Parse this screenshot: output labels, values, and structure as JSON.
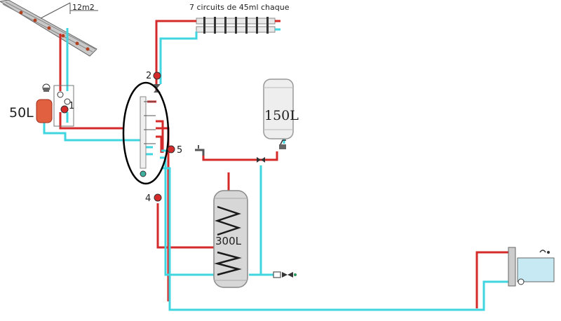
{
  "labels": {
    "panel_area": "12m2",
    "circuits": "7 circuits de 45ml chaque",
    "expansion_tank": "50L",
    "tank_150": "150L",
    "tank_300": "300L",
    "pump_1": "1",
    "pump_2": "2",
    "pump_4": "4",
    "pump_5": "5"
  },
  "colors": {
    "hot_pipe": "#d42a2a",
    "cold_pipe": "#3fd6e0",
    "expansion_tank": "#e0603f",
    "outline": "#000000"
  },
  "icons": [
    "solar-panel-icon",
    "pump-icon",
    "faucet-icon",
    "valve-icon",
    "heat-exchanger-icon",
    "pool-icon",
    "manifold-icon"
  ]
}
